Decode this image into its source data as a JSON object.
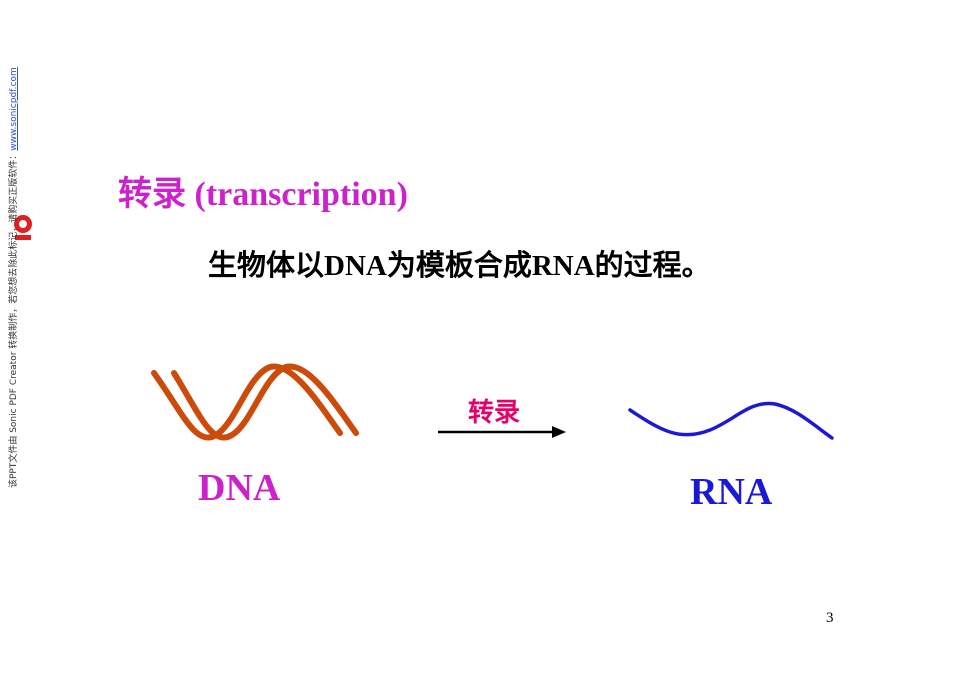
{
  "slide": {
    "title": "转录 (transcription)",
    "definition": "生物体以DNA为模板合成RNA的过程。",
    "arrow_label": "转录",
    "dna_label": "DNA",
    "rna_label": "RNA",
    "page_number": "3"
  },
  "watermark": {
    "line": "该PPT文件由 Sonic PDF Creator 转换制作，若您想去除此标记，请购买正版软件：",
    "link": "www.sonicpdf.com"
  },
  "colors": {
    "title": "#cc22cc",
    "arrow_label": "#e8006a",
    "dna_strand": "#cc4a0a",
    "rna_strand": "#1a1ad6",
    "rna_label": "#1a1ad6"
  },
  "icons": {
    "dna": "double-helix-icon",
    "rna": "single-strand-wave-icon",
    "arrow": "right-arrow-icon",
    "watermark": "sonic-logo-icon"
  }
}
